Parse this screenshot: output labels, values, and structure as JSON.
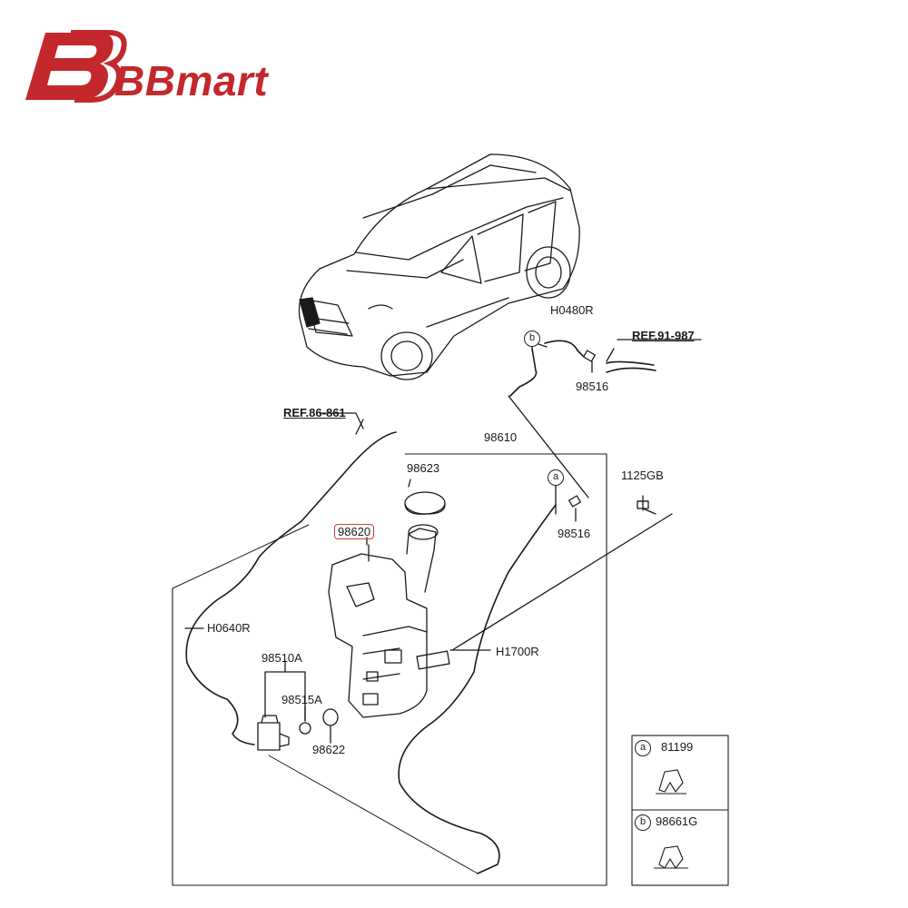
{
  "brand": {
    "name": "BBmart",
    "color": "#c3282c"
  },
  "labels": {
    "h0480r": "H0480R",
    "ref_91_987": "REF.91-987",
    "p98516_top": "98516",
    "ref_86_861": "REF.86-861",
    "p98610": "98610",
    "p98623": "98623",
    "p1125gb": "1125GB",
    "p98620": "98620",
    "p98516_mid": "98516",
    "h0640r": "H0640R",
    "h1700r": "H1700R",
    "p98510a": "98510A",
    "p98515a": "98515A",
    "p98622": "98622"
  },
  "callouts": {
    "a": "a",
    "b": "b"
  },
  "legend": {
    "items": [
      {
        "key": "a",
        "part": "81199"
      },
      {
        "key": "b",
        "part": "98661G"
      }
    ]
  },
  "highlight_color": "#d23a3a",
  "icons": [
    "bbmart-logo-icon",
    "vehicle-illustration",
    "washer-reservoir",
    "washer-pump",
    "clip-icon"
  ]
}
